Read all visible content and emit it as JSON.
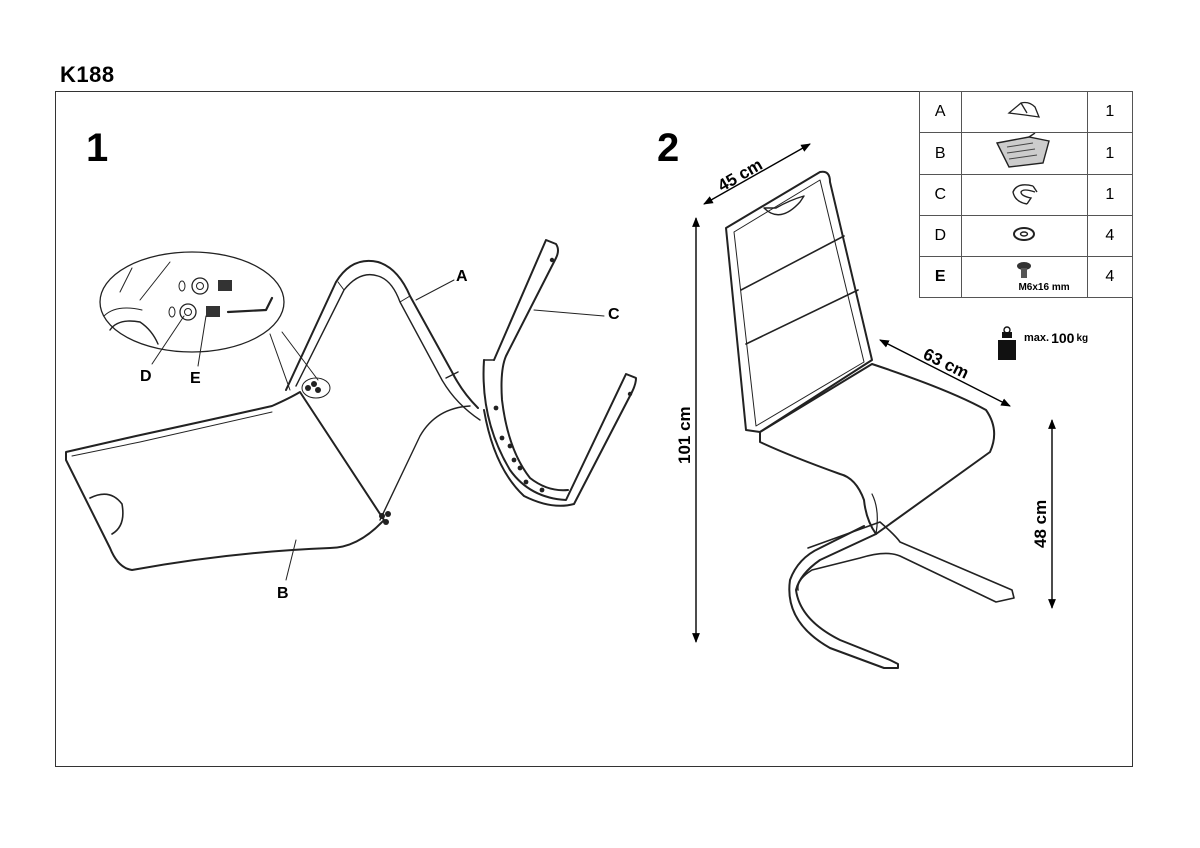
{
  "model": "K188",
  "steps": [
    "1",
    "2"
  ],
  "callouts": {
    "a": "A",
    "b": "B",
    "c": "C",
    "d": "D",
    "e": "E"
  },
  "dimensions": {
    "width": "45 cm",
    "depth": "63 cm",
    "height": "101 cm",
    "seat_height": "48 cm"
  },
  "parts": [
    {
      "code": "A",
      "qty": "1",
      "spec": ""
    },
    {
      "code": "B",
      "qty": "1",
      "spec": ""
    },
    {
      "code": "C",
      "qty": "1",
      "spec": ""
    },
    {
      "code": "D",
      "qty": "4",
      "spec": ""
    },
    {
      "code": "E",
      "qty": "4",
      "spec": "M6x16 mm"
    }
  ],
  "max_load": {
    "prefix": "max.",
    "value": "100",
    "unit": "kg"
  }
}
